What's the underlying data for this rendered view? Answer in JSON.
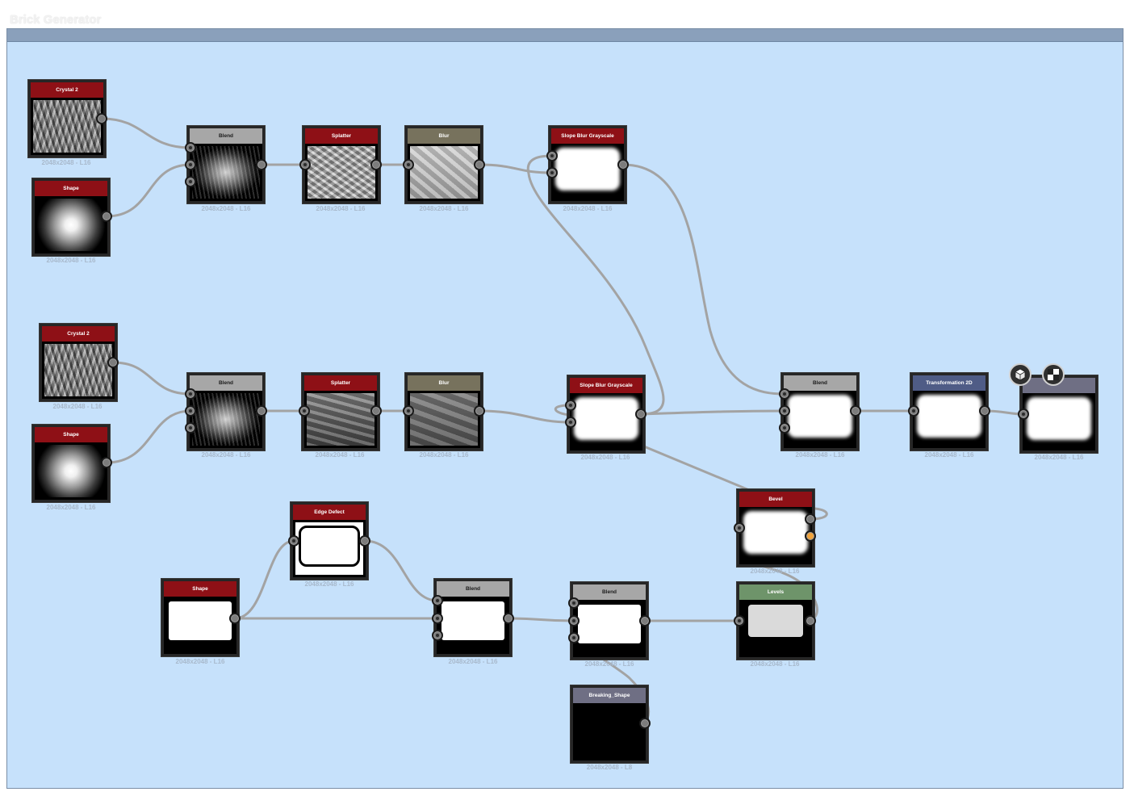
{
  "window": {
    "title": "Brick Generator"
  },
  "nodes": {
    "crystal_a": {
      "title": "Crystal 2",
      "info": "2048x2048 - L16"
    },
    "shape_a": {
      "title": "Shape",
      "info": "2048x2048 - L16"
    },
    "blend_a": {
      "title": "Blend",
      "info": "2048x2048 - L16"
    },
    "splatter_a": {
      "title": "Splatter",
      "info": "2048x2048 - L16"
    },
    "blur_a": {
      "title": "Blur",
      "info": "2048x2048 - L16"
    },
    "slope_a": {
      "title": "Slope Blur Grayscale",
      "info": "2048x2048 - L16"
    },
    "crystal_b": {
      "title": "Crystal 2",
      "info": "2048x2048 - L16"
    },
    "shape_b": {
      "title": "Shape",
      "info": "2048x2048 - L16"
    },
    "blend_b": {
      "title": "Blend",
      "info": "2048x2048 - L16"
    },
    "splatter_b": {
      "title": "Splatter",
      "info": "2048x2048 - L16"
    },
    "blur_b": {
      "title": "Blur",
      "info": "2048x2048 - L16"
    },
    "slope_b": {
      "title": "Slope Blur Grayscale",
      "info": "2048x2048 - L16"
    },
    "blend_c": {
      "title": "Blend",
      "info": "2048x2048 - L16"
    },
    "transform": {
      "title": "Transformation 2D",
      "info": "2048x2048 - L16"
    },
    "output": {
      "title": "",
      "info": "2048x2048 - L16"
    },
    "bevel": {
      "title": "Bevel",
      "info": "2048x2048 - L16"
    },
    "edge_defect": {
      "title": "Edge Defect",
      "info": "2048x2048 - L16"
    },
    "shape_c": {
      "title": "Shape",
      "info": "2048x2048 - L16"
    },
    "blend_d": {
      "title": "Blend",
      "info": "2048x2048 - L16"
    },
    "blend_e": {
      "title": "Blend",
      "info": "2048x2048 - L16"
    },
    "levels": {
      "title": "Levels",
      "info": "2048x2048 - L16"
    },
    "breaking": {
      "title": "Breaking_Shape",
      "info": "2048x2048 - L8"
    }
  },
  "toolbar": {
    "view_3d_icon": "cube-icon",
    "view_2d_icon": "checker-icon"
  },
  "colors": {
    "canvas": "#c6e1fb",
    "header_red": "#8e1016",
    "header_gray": "#a7a7a7",
    "header_olive": "#77725d",
    "header_blue": "#4f5c86",
    "header_green": "#6e946a",
    "wire": "#a3a3a3",
    "port_orange": "#f1a33b"
  }
}
